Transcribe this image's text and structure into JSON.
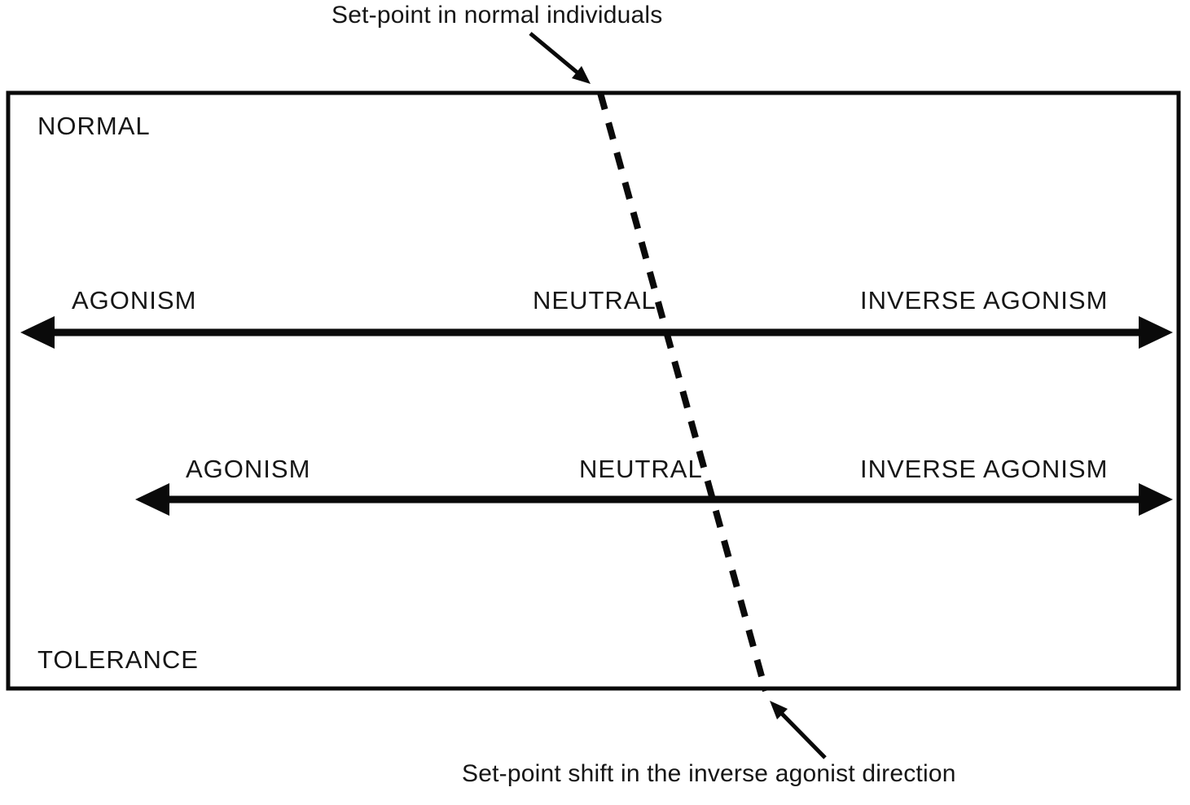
{
  "diagram": {
    "title_hint": "Set-point shift diagram (agonism spectrum in normal vs tolerant state)",
    "top_annotation": {
      "label": "Set-point in normal individuals"
    },
    "bottom_annotation": {
      "label": "Set-point shift in the inverse agonist direction"
    },
    "box": {
      "top_left_label": "NORMAL",
      "bottom_left_label": "TOLERANCE"
    },
    "axes": [
      {
        "name": "normal-spectrum",
        "labels": {
          "left": "AGONISM",
          "center": "NEUTRAL",
          "right": "INVERSE AGONISM"
        }
      },
      {
        "name": "tolerance-spectrum",
        "labels": {
          "left": "AGONISM",
          "center": "NEUTRAL",
          "right": "INVERSE AGONISM"
        }
      }
    ],
    "colors": {
      "line": "#0a0a0a",
      "text": "#161616",
      "background": "#ffffff"
    }
  }
}
